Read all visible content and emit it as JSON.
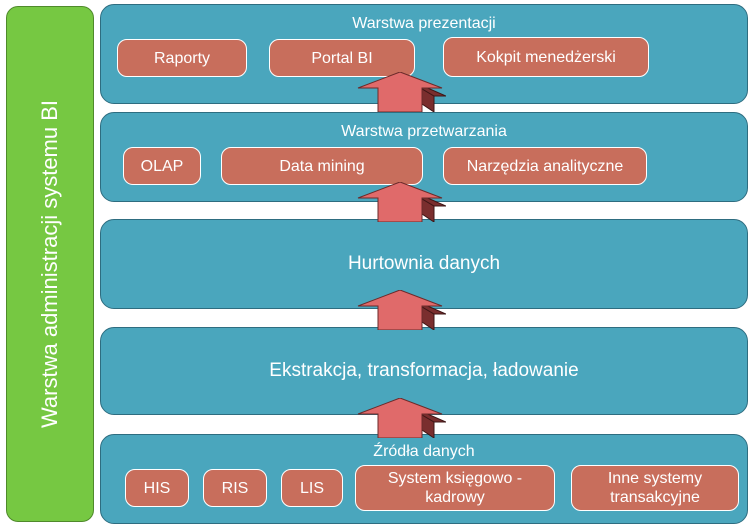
{
  "admin": {
    "label": "Warstwa administracji systemu BI"
  },
  "presentation": {
    "title": "Warstwa prezentacji",
    "items": [
      "Raporty",
      "Portal BI",
      "Kokpit menedżerski"
    ]
  },
  "processing": {
    "title": "Warstwa przetwarzania",
    "items": [
      "OLAP",
      "Data mining",
      "Narzędzia analityczne"
    ]
  },
  "warehouse": {
    "title": "Hurtownia danych"
  },
  "etl": {
    "title": "Ekstrakcja, transformacja, ładowanie"
  },
  "sources": {
    "title": "Źródła danych",
    "items": [
      "HIS",
      "RIS",
      "LIS",
      "System księgowo -\nkadrowy",
      "Inne systemy\ntransakcyjne"
    ]
  },
  "colors": {
    "admin": "#76c842",
    "layer": "#4aa6bd",
    "box": "#c86e5c",
    "arrow": "#e06a6a",
    "arrow_shadow": "#7a2e2e"
  }
}
